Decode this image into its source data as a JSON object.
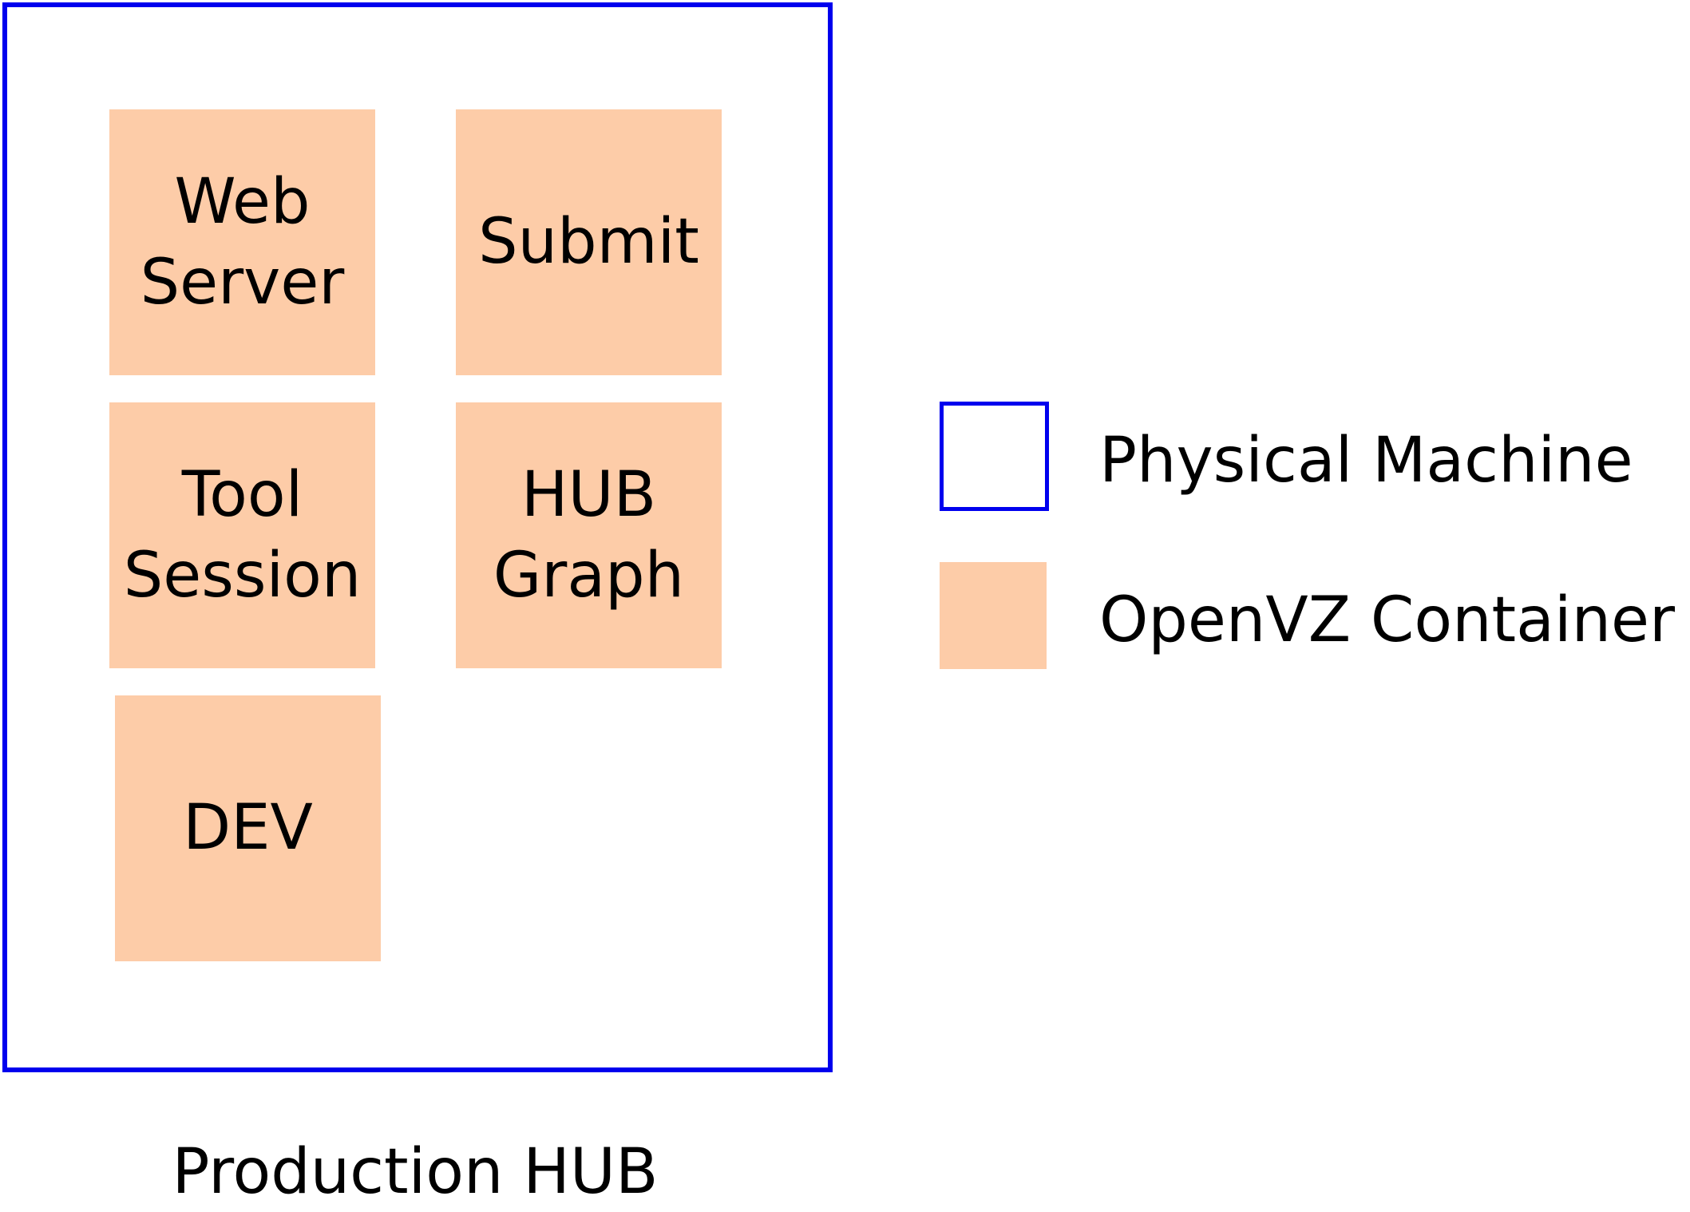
{
  "diagram": {
    "physical_machine": {
      "caption": "Production HUB",
      "containers": [
        {
          "label": "Web\nServer"
        },
        {
          "label": "Submit"
        },
        {
          "label": "Tool\nSession"
        },
        {
          "label": "HUB\nGraph"
        },
        {
          "label": "DEV"
        }
      ]
    },
    "legend": {
      "items": [
        {
          "label": "Physical Machine"
        },
        {
          "label": "OpenVZ Container"
        }
      ]
    },
    "colors": {
      "physical_machine_border": "#0000ee",
      "container_fill": "#fdcca8"
    }
  }
}
